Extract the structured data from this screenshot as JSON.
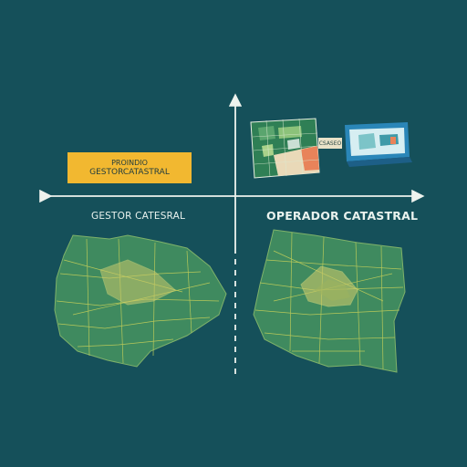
{
  "labels": {
    "box_line1": "PROINDIO",
    "box_line2": "GESTORCATASTRAL",
    "left_caption": "GESTOR CATESRAL",
    "right_caption": "OPERADOR CATASTRAL",
    "badge": "CSASEO"
  },
  "colors": {
    "background": "#15505a",
    "map_fill": "#3f8a5f",
    "map_lines": "#b7c85a",
    "highlight": "#c9c96a",
    "accent_box": "#f2b830",
    "axis": "#eef3ee"
  }
}
